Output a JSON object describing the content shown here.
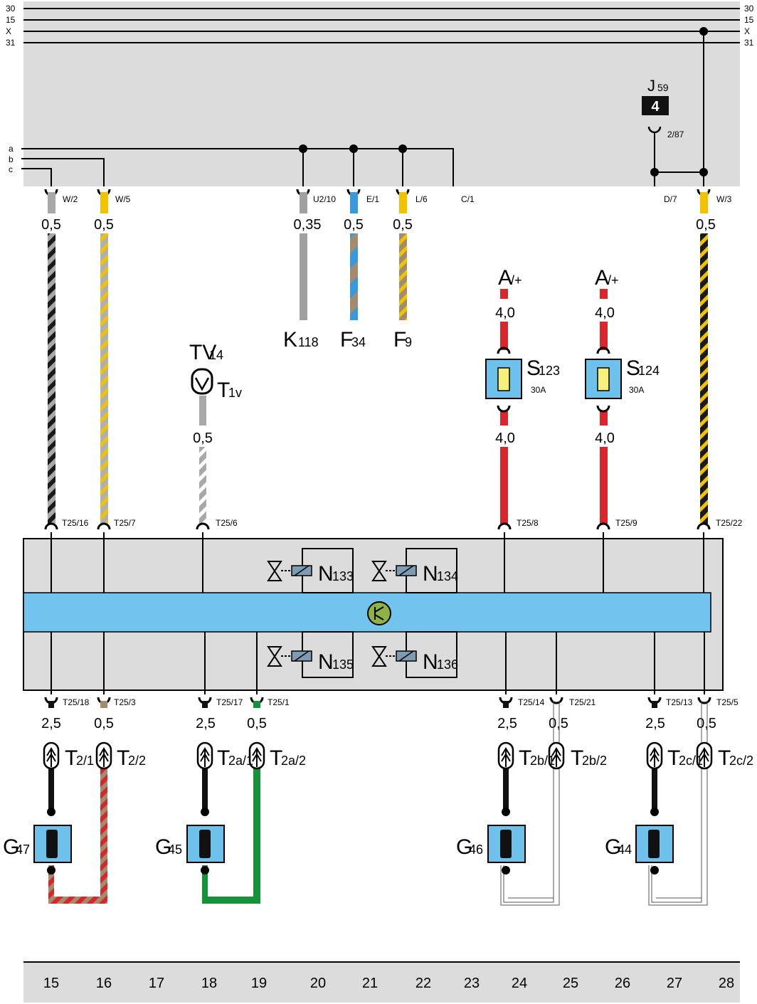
{
  "bus_labels": [
    "30",
    "15",
    "X",
    "31"
  ],
  "internal_lines": [
    "a",
    "b",
    "c"
  ],
  "relay": {
    "label": "J",
    "sub": "59",
    "number": "4",
    "pin": "2/87"
  },
  "panel_pins": [
    "W/2",
    "W/5",
    "U2/10",
    "E/1",
    "L/6",
    "C/1",
    "D/7",
    "W/3"
  ],
  "wire_sizes": {
    "w2": "0,5",
    "w5": "0,5",
    "u2": "0,35",
    "e1": "0,5",
    "l6": "0,5",
    "w3": "0,5",
    "t1v": "0,5",
    "s123_in": "4,0",
    "s123_out": "4,0",
    "s124_in": "4,0",
    "s124_out": "4,0"
  },
  "ends": {
    "k118": {
      "main": "K",
      "sub": "118"
    },
    "f34": {
      "main": "F",
      "sub": "34"
    },
    "f9": {
      "main": "F",
      "sub": "9"
    }
  },
  "power": {
    "main": "A",
    "sub": "/+"
  },
  "fuses": [
    {
      "main": "S",
      "sub": "123",
      "rating": "30A"
    },
    {
      "main": "S",
      "sub": "124",
      "rating": "30A"
    }
  ],
  "tv14": {
    "main": "TV",
    "sub": "14"
  },
  "t1v": {
    "main": "T",
    "sub": "1v"
  },
  "valves": [
    {
      "main": "N",
      "sub": "133"
    },
    {
      "main": "N",
      "sub": "134"
    },
    {
      "main": "N",
      "sub": "135"
    },
    {
      "main": "N",
      "sub": "136"
    }
  ],
  "t25_top": [
    "T25/16",
    "T25/7",
    "T25/6",
    "T25/8",
    "T25/9",
    "T25/22"
  ],
  "t25_bottom": [
    "T25/18",
    "T25/3",
    "T25/17",
    "T25/1",
    "T25/14",
    "T25/21",
    "T25/13",
    "T25/5"
  ],
  "bottom_sizes": [
    "2,5",
    "0,5",
    "2,5",
    "0,5",
    "2,5",
    "0,5",
    "2,5",
    "0,5"
  ],
  "t2_labels": [
    {
      "main": "T",
      "sub": "2/1"
    },
    {
      "main": "T",
      "sub": "2/2"
    },
    {
      "main": "T",
      "sub": "2a/1"
    },
    {
      "main": "T",
      "sub": "2a/2"
    },
    {
      "main": "T",
      "sub": "2b/1"
    },
    {
      "main": "T",
      "sub": "2b/2"
    },
    {
      "main": "T",
      "sub": "2c/1"
    },
    {
      "main": "T",
      "sub": "2c/2"
    }
  ],
  "sensors": [
    {
      "main": "G",
      "sub": "47"
    },
    {
      "main": "G",
      "sub": "45"
    },
    {
      "main": "G",
      "sub": "46"
    },
    {
      "main": "G",
      "sub": "44"
    }
  ],
  "columns": [
    "15",
    "16",
    "17",
    "18",
    "19",
    "20",
    "21",
    "22",
    "23",
    "24",
    "25",
    "26",
    "27",
    "28"
  ]
}
